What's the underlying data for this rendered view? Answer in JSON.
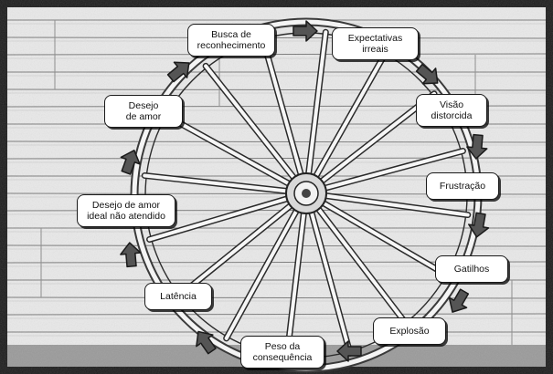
{
  "diagram": {
    "title": "",
    "cycle": [
      {
        "id": "busca",
        "label": "Busca de\nreconhecimento"
      },
      {
        "id": "expectativas",
        "label": "Expectativas\nirreais"
      },
      {
        "id": "visao",
        "label": "Visão\ndistorcida"
      },
      {
        "id": "frustracao",
        "label": "Frustração"
      },
      {
        "id": "gatilhos",
        "label": "Gatilhos"
      },
      {
        "id": "explosao",
        "label": "Explosão"
      },
      {
        "id": "peso",
        "label": "Peso da\nconsequência"
      },
      {
        "id": "latencia",
        "label": "Latência"
      },
      {
        "id": "desejo_ideal",
        "label": "Desejo de amor\nideal não atendido"
      },
      {
        "id": "desejo_amor",
        "label": "Desejo\nde amor"
      }
    ],
    "flow_direction": "clockwise",
    "background": "wooden wagon wheel against plank wall, sketch style"
  },
  "colors": {
    "ink": "#1a1a1a",
    "paper": "#ffffff",
    "wall": "#e6e6e6",
    "ground": "#8a8a8a"
  }
}
